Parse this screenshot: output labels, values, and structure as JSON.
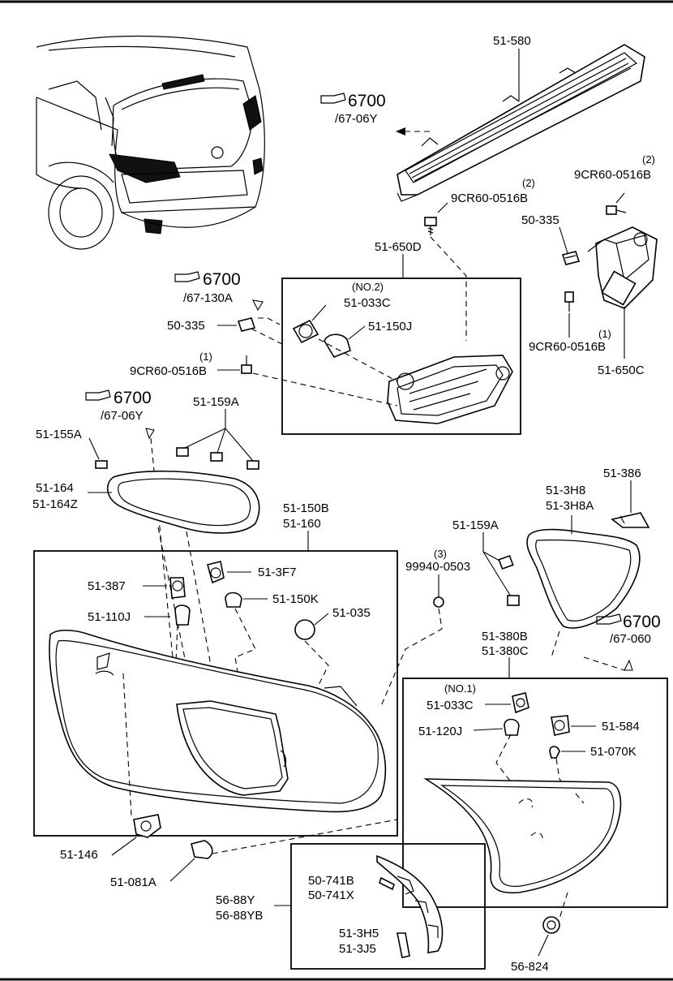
{
  "refs": {
    "r_6700_67_06Y_top": {
      "num": "6700",
      "code": "/67-06Y"
    },
    "r_6700_67_130A": {
      "num": "6700",
      "code": "/67-130A"
    },
    "r_6700_67_06Y_left": {
      "num": "6700",
      "code": "/67-06Y"
    },
    "r_6700_67_060": {
      "num": "6700",
      "code": "/67-060"
    }
  },
  "labels": {
    "p51_580": "51-580",
    "p9cr_2a_qty": "(2)",
    "p9cr_2a": "9CR60-0516B",
    "p9cr_2b_qty": "(2)",
    "p9cr_2b": "9CR60-0516B",
    "p50_335_r": "50-335",
    "p9cr_1r_qty": "(1)",
    "p9cr_1r": "9CR60-0516B",
    "p51_650C": "51-650C",
    "p51_650D": "51-650D",
    "no2": "(NO.2)",
    "p51_033C_a": "51-033C",
    "p50_335_l": "50-335",
    "p51_150J": "51-150J",
    "p9cr_1l_qty": "(1)",
    "p9cr_1l": "9CR60-0516B",
    "p51_155A": "51-155A",
    "p51_159A_a": "51-159A",
    "p51_164": "51-164",
    "p51_164Z": "51-164Z",
    "p51_150B": "51-150B",
    "p51_160": "51-160",
    "p51_3H8": "51-3H8",
    "p51_3H8A": "51-3H8A",
    "p51_386": "51-386",
    "p51_159A_b": "51-159A",
    "p51_3F7": "51-3F7",
    "p51_387": "51-387",
    "p99940_qty": "(3)",
    "p99940": "99940-0503",
    "p51_150K": "51-150K",
    "p51_110J": "51-110J",
    "p51_035": "51-035",
    "p51_380B": "51-380B",
    "p51_380C": "51-380C",
    "no1": "(NO.1)",
    "p51_033C_b": "51-033C",
    "p51_120J": "51-120J",
    "p51_584": "51-584",
    "p51_070K": "51-070K",
    "p51_146": "51-146",
    "p51_081A": "51-081A",
    "p56_88Y": "56-88Y",
    "p56_88YB": "56-88YB",
    "p50_741B": "50-741B",
    "p50_741X": "50-741X",
    "p51_3H5": "51-3H5",
    "p51_3J5": "51-3J5",
    "p56_824": "56-824"
  }
}
